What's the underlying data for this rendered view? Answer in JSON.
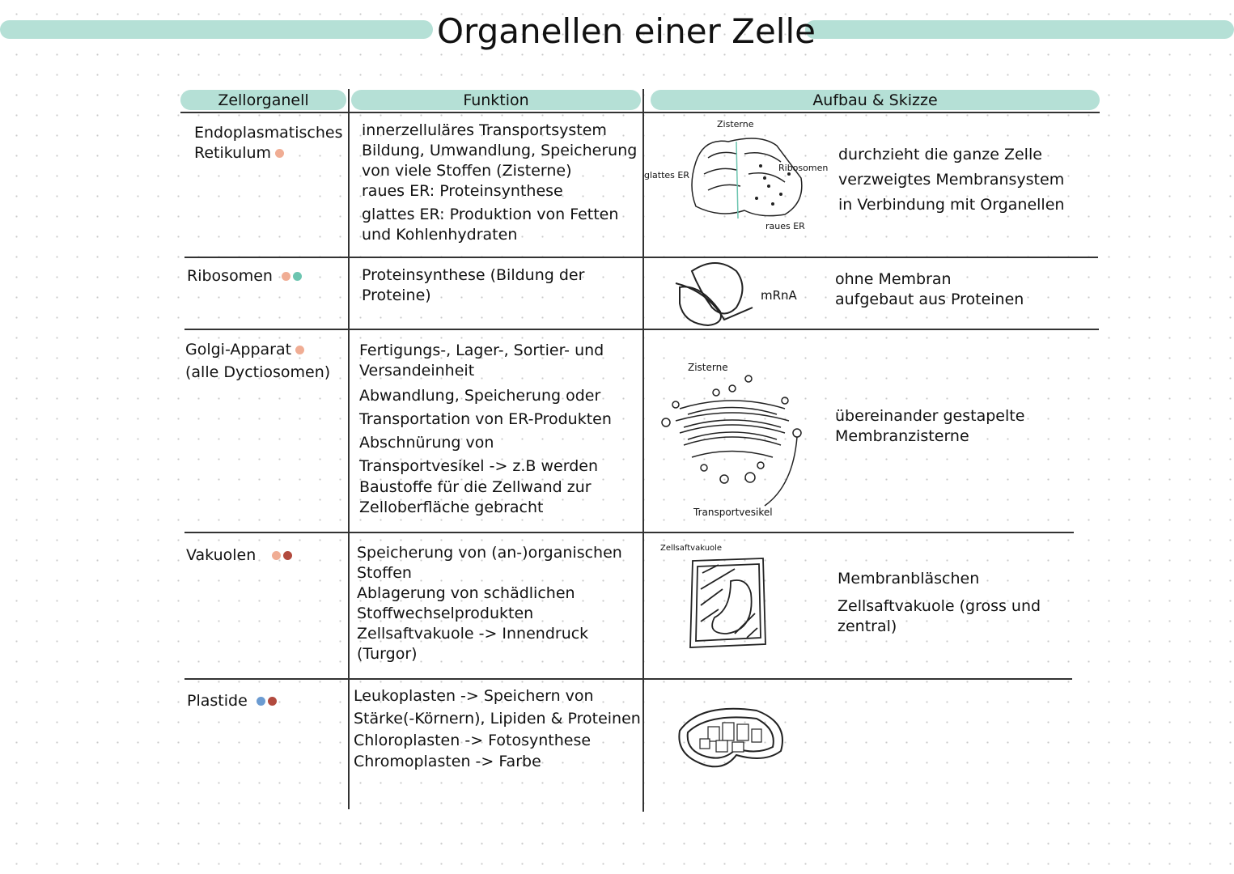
{
  "title": "Organellen einer Zelle",
  "headers": [
    "Zellorganell",
    "Funktion",
    "Aufbau & Skizze"
  ],
  "colors": {
    "accent": "#b5e0d6",
    "peach": "#f0ad94",
    "teal": "#6cc5b0",
    "red": "#b24a3e",
    "blue": "#6b9bd1"
  },
  "rows": [
    {
      "name": [
        "Endoplasmatisches",
        "Retikulum"
      ],
      "dots": [
        "peach"
      ],
      "function": [
        "innerzelluläres Transportsystem",
        "Bildung, Umwandlung, Speicherung",
        "von viele Stoffen (Zisterne)",
        "raues ER: Proteinsynthese",
        "glattes ER: Produktion von Fetten",
        "und Kohlenhydraten"
      ],
      "sketch_labels": [
        "Zisterne",
        "glattes ER",
        "Ribosomen",
        "raues ER"
      ],
      "description": [
        "durchzieht die ganze Zelle",
        "verzweigtes Membransystem",
        "in Verbindung mit Organellen"
      ]
    },
    {
      "name": [
        "Ribosomen"
      ],
      "dots": [
        "peach",
        "teal"
      ],
      "function": [
        "Proteinsynthese (Bildung der",
        "Proteine)"
      ],
      "sketch_labels": [
        "mRnA"
      ],
      "description": [
        "ohne Membran",
        "aufgebaut aus Proteinen"
      ]
    },
    {
      "name": [
        "Golgi-Apparat",
        "(alle Dyctiosomen)"
      ],
      "dots": [
        "peach"
      ],
      "function": [
        "Fertigungs-, Lager-, Sortier- und",
        "Versandeinheit",
        "Abwandlung, Speicherung oder",
        "Transportation von ER-Produkten",
        "Abschnürung von",
        "Transportvesikel -> z.B werden",
        "Baustoffe für die Zellwand zur",
        "Zelloberfläche gebracht"
      ],
      "sketch_labels": [
        "Zisterne",
        "Transportvesikel"
      ],
      "description": [
        "übereinander gestapelte",
        "Membranzisterne"
      ]
    },
    {
      "name": [
        "Vakuolen"
      ],
      "dots": [
        "peach",
        "red"
      ],
      "function": [
        "Speicherung von (an-)organischen",
        "Stoffen",
        "Ablagerung von schädlichen",
        "Stoffwechselprodukten",
        "Zellsaftvakuole -> Innendruck",
        "(Turgor)"
      ],
      "sketch_labels": [
        "Zellsaftvakuole"
      ],
      "description": [
        "Membranbläschen",
        "Zellsaftvakuole (gross und",
        "zentral)"
      ]
    },
    {
      "name": [
        "Plastide"
      ],
      "dots": [
        "blue",
        "red"
      ],
      "function": [
        "Leukoplasten -> Speichern von",
        "Stärke(-Körnern), Lipiden & Proteinen",
        "Chloroplasten -> Fotosynthese",
        "Chromoplasten -> Farbe"
      ]
    }
  ]
}
